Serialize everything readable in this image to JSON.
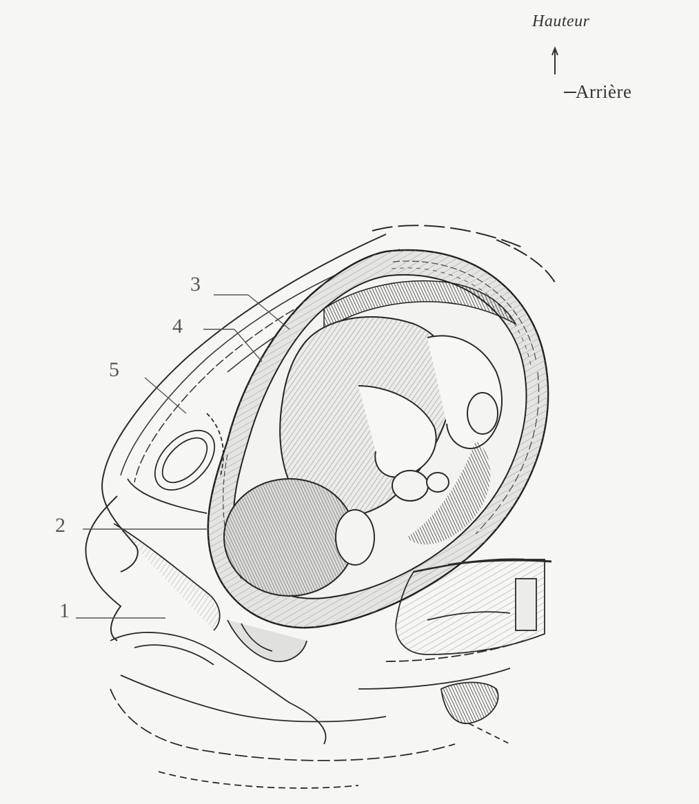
{
  "orientation": {
    "up_label": "Hauteur",
    "right_label": "Arrière"
  },
  "callouts": [
    {
      "id": "1",
      "label": "1"
    },
    {
      "id": "2",
      "label": "2"
    },
    {
      "id": "3",
      "label": "3"
    },
    {
      "id": "4",
      "label": "4"
    },
    {
      "id": "5",
      "label": "5"
    }
  ],
  "colors": {
    "ink": "#2a2a2a",
    "paper": "#f6f6f3",
    "shade": "#8a8a85"
  }
}
